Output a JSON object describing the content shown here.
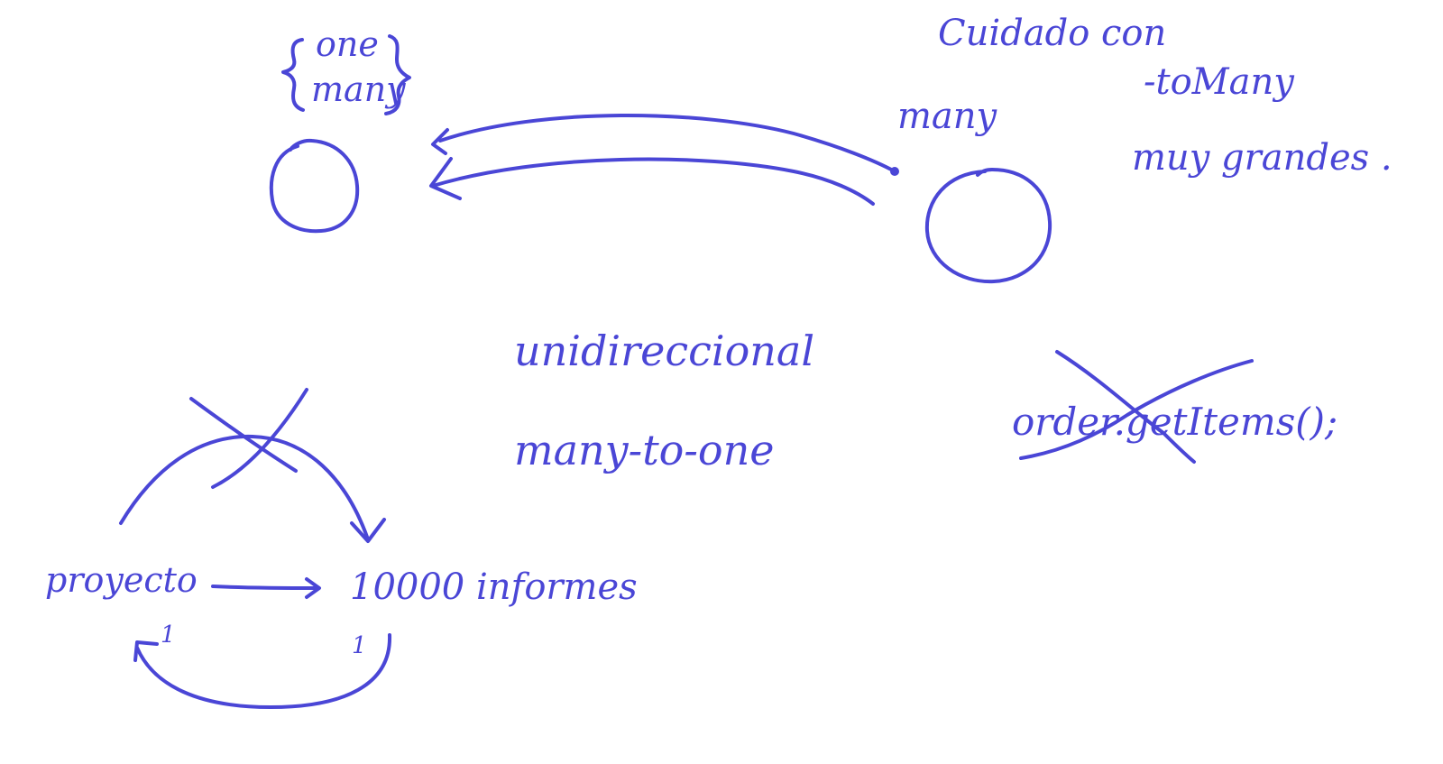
{
  "colors": {
    "ink": "#4a46d6",
    "background": "#ffffff"
  },
  "labels": {
    "one": "one",
    "many_left": "many",
    "many_right": "many",
    "caution_line1": "Cuidado con",
    "caution_line2": "-toMany",
    "caution_line3": "muy grandes .",
    "unidireccional": "unidireccional",
    "many_to_one": "many-to-one",
    "proyecto": "proyecto",
    "informes": "10000 informes",
    "one_mark_left": "1",
    "one_mark_right": "1",
    "crossed_code": "order.getItems();"
  }
}
